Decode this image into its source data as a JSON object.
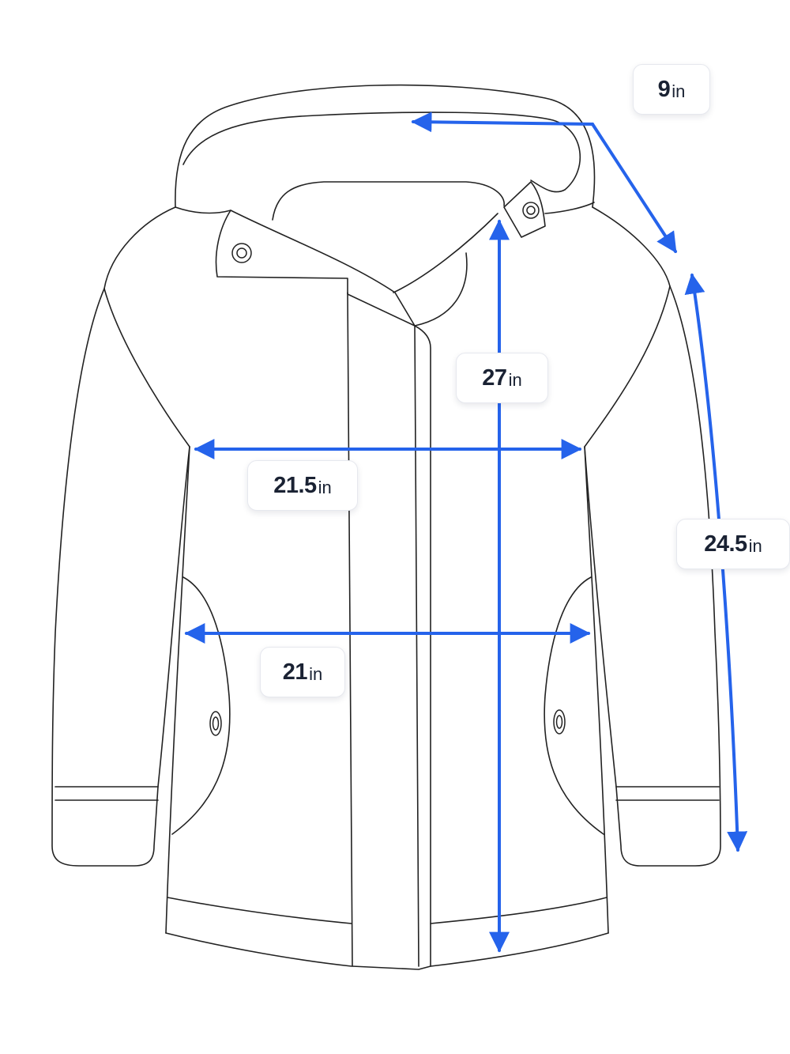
{
  "measurements": {
    "hood": {
      "value": "9",
      "unit": "in"
    },
    "length": {
      "value": "27",
      "unit": "in"
    },
    "chest": {
      "value": "21.5",
      "unit": "in"
    },
    "sleeve": {
      "value": "24.5",
      "unit": "in"
    },
    "hem": {
      "value": "21",
      "unit": "in"
    }
  },
  "colors": {
    "arrow": "#2563eb",
    "outline": "#222222",
    "label_text": "#1a2233"
  }
}
